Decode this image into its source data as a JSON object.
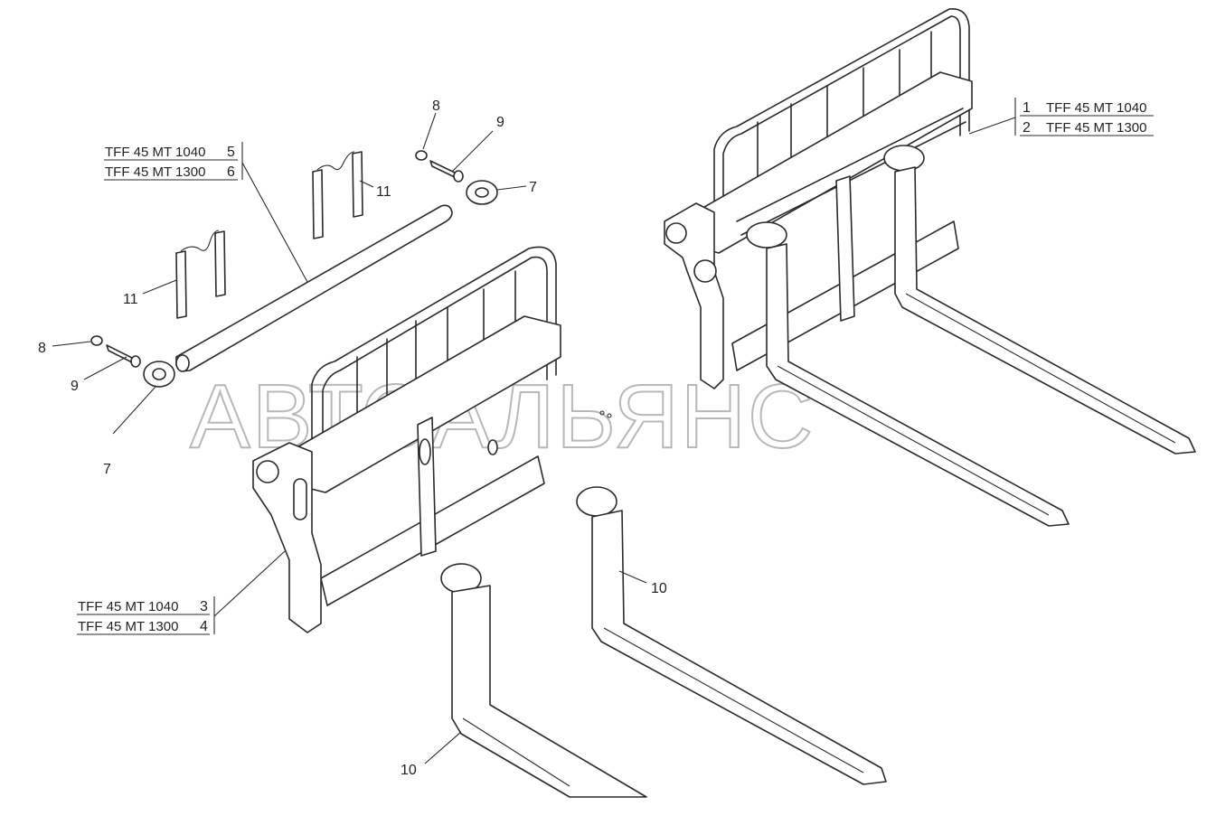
{
  "watermark": "АВТОАЛЬЯНС",
  "part_labels": {
    "p1": "1",
    "p1_code": "TFF 45 MT 1040",
    "p2": "2",
    "p2_code": "TFF 45 MT 1300",
    "p3_code": "TFF 45 MT 1040",
    "p3": "3",
    "p4_code": "TFF 45 MT 1300",
    "p4": "4",
    "p5_code": "TFF 45 MT 1040",
    "p5": "5",
    "p6_code": "TFF 45 MT 1300",
    "p6": "6"
  },
  "callouts": {
    "c7_right": "7",
    "c7_left": "7",
    "c8_top": "8",
    "c8_left": "8",
    "c9_top": "9",
    "c9_left": "9",
    "c10_upper": "10",
    "c10_lower": "10",
    "c11_upper": "11",
    "c11_lower": "11"
  }
}
